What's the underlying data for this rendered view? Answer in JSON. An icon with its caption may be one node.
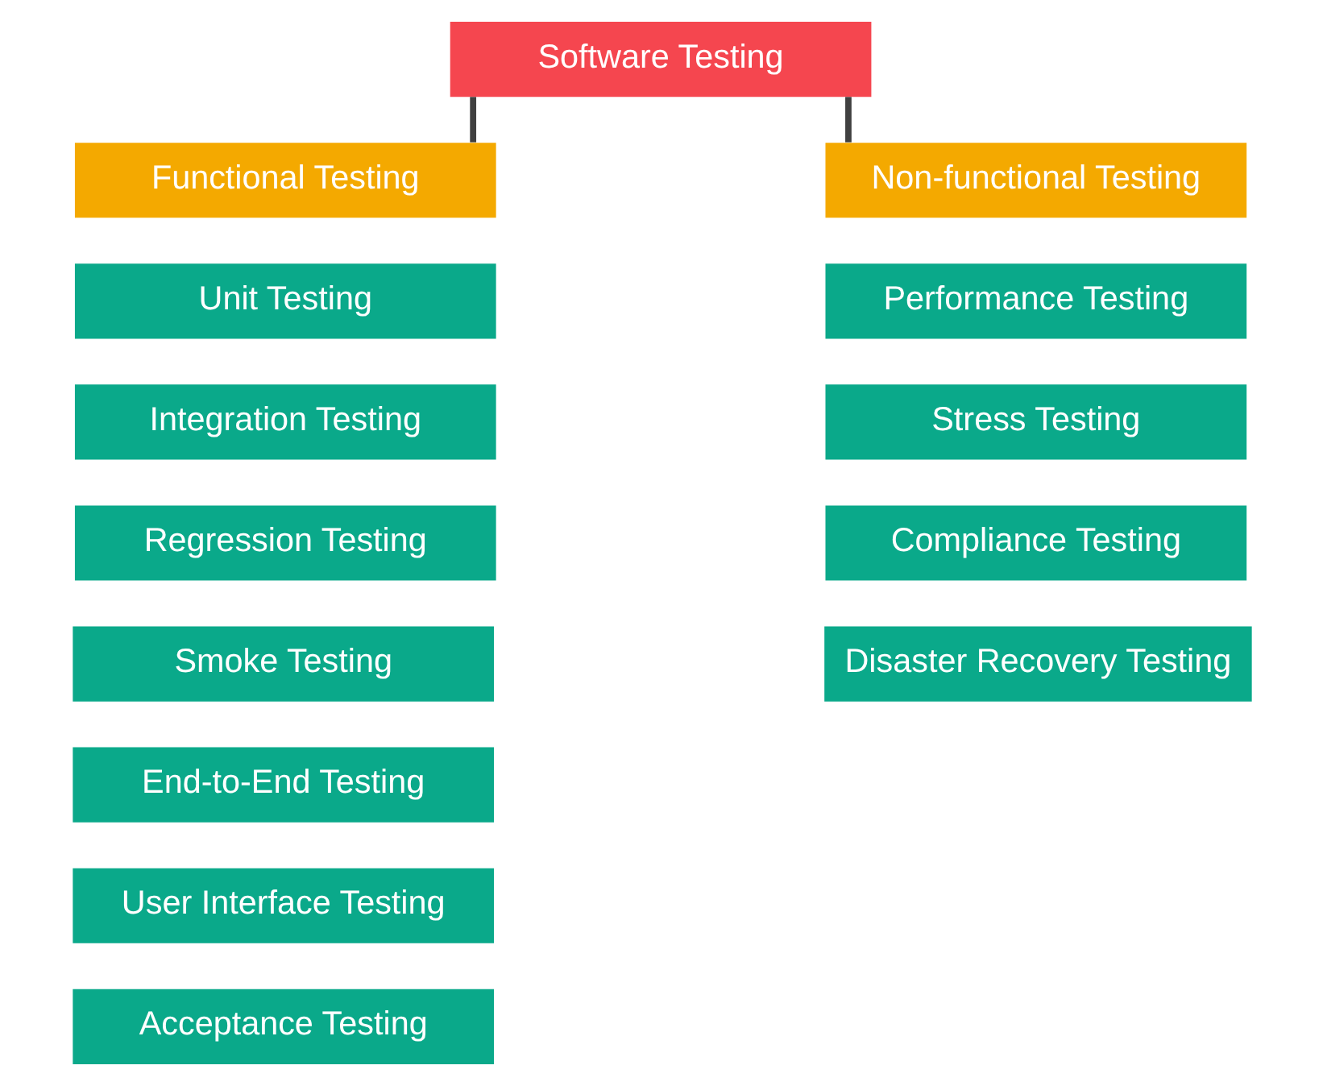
{
  "diagram": {
    "nodes": [
      {
        "text": [
          "Software Testing"
        ]
      },
      {
        "text": [
          "Functional Testing"
        ]
      },
      {
        "text": [
          "Non-functional Testing"
        ]
      },
      {
        "text": [
          "Unit Testing"
        ]
      },
      {
        "text": [
          "Integration Testing"
        ]
      },
      {
        "text": [
          "Regression Testing"
        ]
      },
      {
        "text": [
          "Smoke Testing"
        ]
      },
      {
        "text": [
          "End-to-End Testing"
        ]
      },
      {
        "text": [
          "User Interface Testing"
        ]
      },
      {
        "text": [
          "Acceptance Testing"
        ]
      },
      {
        "text": [
          "Performance Testing"
        ]
      },
      {
        "text": [
          "Stress Testing"
        ]
      },
      {
        "text": [
          "Compliance Testing"
        ]
      },
      {
        "text": [
          "Disaster Recovery Testing"
        ]
      }
    ],
    "edges": [
      {
        "from": 0,
        "to": 1,
        "arrow": "none"
      },
      {
        "from": 0,
        "to": 2,
        "arrow": "none"
      }
    ]
  }
}
